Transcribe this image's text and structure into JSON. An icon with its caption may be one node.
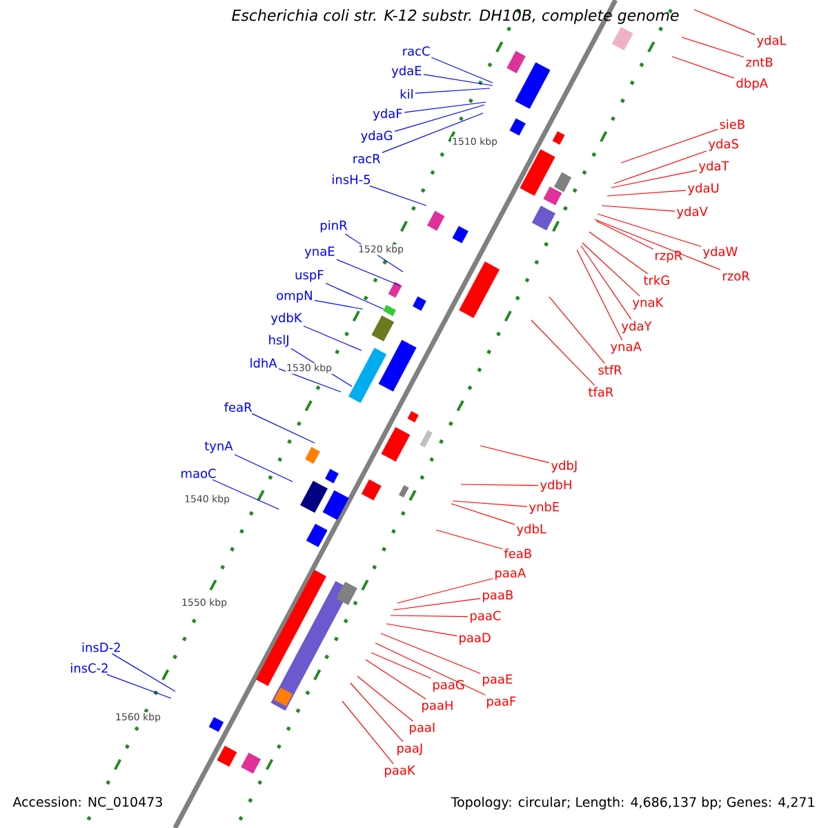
{
  "diagram": {
    "title": "Escherichia coli str. K-12 substr. DH10B, complete genome",
    "nodes": [
      {
        "text": [
          "racC"
        ]
      },
      {
        "text": [
          "ydaE"
        ]
      },
      {
        "text": [
          "kil"
        ]
      },
      {
        "text": [
          "ydaF"
        ]
      },
      {
        "text": [
          "ydaG"
        ]
      },
      {
        "text": [
          "racR"
        ]
      },
      {
        "text": [
          "insH-5"
        ]
      },
      {
        "text": [
          "pinR"
        ]
      },
      {
        "text": [
          "ynaE"
        ]
      },
      {
        "text": [
          "uspF"
        ]
      },
      {
        "text": [
          "ompN"
        ]
      },
      {
        "text": [
          "ydbK"
        ]
      },
      {
        "text": [
          "hslJ"
        ]
      },
      {
        "text": [
          "ldhA"
        ]
      },
      {
        "text": [
          "feaR"
        ]
      },
      {
        "text": [
          "tynA"
        ]
      },
      {
        "text": [
          "maoC"
        ]
      },
      {
        "text": [
          "insD-2"
        ]
      },
      {
        "text": [
          "insC-2"
        ]
      },
      {
        "text": [
          "ydaL"
        ]
      },
      {
        "text": [
          "zntB"
        ]
      },
      {
        "text": [
          "dbpA"
        ]
      },
      {
        "text": [
          "sieB"
        ]
      },
      {
        "text": [
          "ydaS"
        ]
      },
      {
        "text": [
          "ydaT"
        ]
      },
      {
        "text": [
          "ydaU"
        ]
      },
      {
        "text": [
          "ydaV"
        ]
      },
      {
        "text": [
          "ydaW"
        ]
      },
      {
        "text": [
          "rzoR"
        ]
      },
      {
        "text": [
          "rzpR"
        ]
      },
      {
        "text": [
          "trkG"
        ]
      },
      {
        "text": [
          "ynaK"
        ]
      },
      {
        "text": [
          "ydaY"
        ]
      },
      {
        "text": [
          "ynaA"
        ]
      },
      {
        "text": [
          "stfR"
        ]
      },
      {
        "text": [
          "tfaR"
        ]
      },
      {
        "text": [
          "ydbJ"
        ]
      },
      {
        "text": [
          "ydbH"
        ]
      },
      {
        "text": [
          "ynbE"
        ]
      },
      {
        "text": [
          "ydbL"
        ]
      },
      {
        "text": [
          "feaB"
        ]
      },
      {
        "text": [
          "paaA"
        ]
      },
      {
        "text": [
          "paaB"
        ]
      },
      {
        "text": [
          "paaC"
        ]
      },
      {
        "text": [
          "paaD"
        ]
      },
      {
        "text": [
          "paaE"
        ]
      },
      {
        "text": [
          "paaF"
        ]
      },
      {
        "text": [
          "paaG"
        ]
      },
      {
        "text": [
          "paaH"
        ]
      },
      {
        "text": [
          "paaI"
        ]
      },
      {
        "text": [
          "paaJ"
        ]
      },
      {
        "text": [
          "paaK"
        ]
      }
    ],
    "edges": [
      {
        "from": 0,
        "to": null,
        "arrow": "none",
        "color": "#0000ff"
      },
      {
        "from": 1,
        "to": null,
        "arrow": "none",
        "color": "#0000ff"
      },
      {
        "from": 2,
        "to": null,
        "arrow": "none",
        "color": "#0000ff"
      },
      {
        "from": 3,
        "to": null,
        "arrow": "none",
        "color": "#0000ff"
      },
      {
        "from": 4,
        "to": null,
        "arrow": "none",
        "color": "#0000ff"
      },
      {
        "from": 5,
        "to": null,
        "arrow": "none",
        "color": "#0000ff"
      },
      {
        "from": 6,
        "to": null,
        "arrow": "none",
        "color": "#0000ff"
      },
      {
        "from": 7,
        "to": null,
        "arrow": "none",
        "color": "#0000ff"
      },
      {
        "from": 8,
        "to": null,
        "arrow": "none",
        "color": "#0000ff"
      },
      {
        "from": 9,
        "to": null,
        "arrow": "none",
        "color": "#0000ff"
      },
      {
        "from": 10,
        "to": null,
        "arrow": "none",
        "color": "#0000ff"
      },
      {
        "from": 11,
        "to": null,
        "arrow": "none",
        "color": "#0000ff"
      },
      {
        "from": 12,
        "to": null,
        "arrow": "none",
        "color": "#0000ff"
      },
      {
        "from": 13,
        "to": null,
        "arrow": "none",
        "color": "#0000ff"
      },
      {
        "from": 14,
        "to": null,
        "arrow": "none",
        "color": "#0000ff"
      },
      {
        "from": 15,
        "to": null,
        "arrow": "none",
        "color": "#0000ff"
      },
      {
        "from": 16,
        "to": null,
        "arrow": "none",
        "color": "#0000ff"
      },
      {
        "from": 17,
        "to": null,
        "arrow": "none",
        "color": "#0000ff"
      },
      {
        "from": 18,
        "to": null,
        "arrow": "none",
        "color": "#0000ff"
      },
      {
        "from": 19,
        "to": null,
        "arrow": "none"
      },
      {
        "from": 20,
        "to": null,
        "arrow": "none"
      },
      {
        "from": 21,
        "to": null,
        "arrow": "none"
      },
      {
        "from": 22,
        "to": null,
        "arrow": "none"
      },
      {
        "from": 23,
        "to": null,
        "arrow": "none"
      },
      {
        "from": 24,
        "to": null,
        "arrow": "none"
      },
      {
        "from": 25,
        "to": null,
        "arrow": "none"
      },
      {
        "from": 26,
        "to": null,
        "arrow": "none"
      },
      {
        "from": 27,
        "to": null,
        "arrow": "none"
      },
      {
        "from": 28,
        "to": null,
        "arrow": "none"
      },
      {
        "from": 29,
        "to": null,
        "arrow": "none"
      },
      {
        "from": 30,
        "to": null,
        "arrow": "none"
      },
      {
        "from": 31,
        "to": null,
        "arrow": "none"
      },
      {
        "from": 32,
        "to": null,
        "arrow": "none"
      },
      {
        "from": 33,
        "to": null,
        "arrow": "none"
      },
      {
        "from": 34,
        "to": null,
        "arrow": "none"
      },
      {
        "from": 35,
        "to": null,
        "arrow": "none"
      },
      {
        "from": 36,
        "to": null,
        "arrow": "none"
      },
      {
        "from": 37,
        "to": null,
        "arrow": "none"
      },
      {
        "from": 38,
        "to": null,
        "arrow": "none"
      },
      {
        "from": 39,
        "to": null,
        "arrow": "none"
      },
      {
        "from": 40,
        "to": null,
        "arrow": "none"
      },
      {
        "from": 41,
        "to": null,
        "arrow": "none"
      },
      {
        "from": 42,
        "to": null,
        "arrow": "none"
      },
      {
        "from": 43,
        "to": null,
        "arrow": "none"
      },
      {
        "from": 44,
        "to": null,
        "arrow": "none"
      },
      {
        "from": 45,
        "to": null,
        "arrow": "none"
      },
      {
        "from": 46,
        "to": null,
        "arrow": "none"
      },
      {
        "from": 47,
        "to": null,
        "arrow": "none"
      },
      {
        "from": 48,
        "to": null,
        "arrow": "none"
      },
      {
        "from": 49,
        "to": null,
        "arrow": "none"
      },
      {
        "from": 50,
        "to": null,
        "arrow": "none"
      },
      {
        "from": 51,
        "to": null,
        "arrow": "none"
      }
    ],
    "labels": [
      "1510 kbp",
      "1520 kbp",
      "1530 kbp",
      "1540 kbp",
      "1550 kbp",
      "1560 kbp",
      "Accession: NC_010473",
      "Topology: circular; Length: 4,686,137 bp; Genes: 4,271"
    ]
  }
}
